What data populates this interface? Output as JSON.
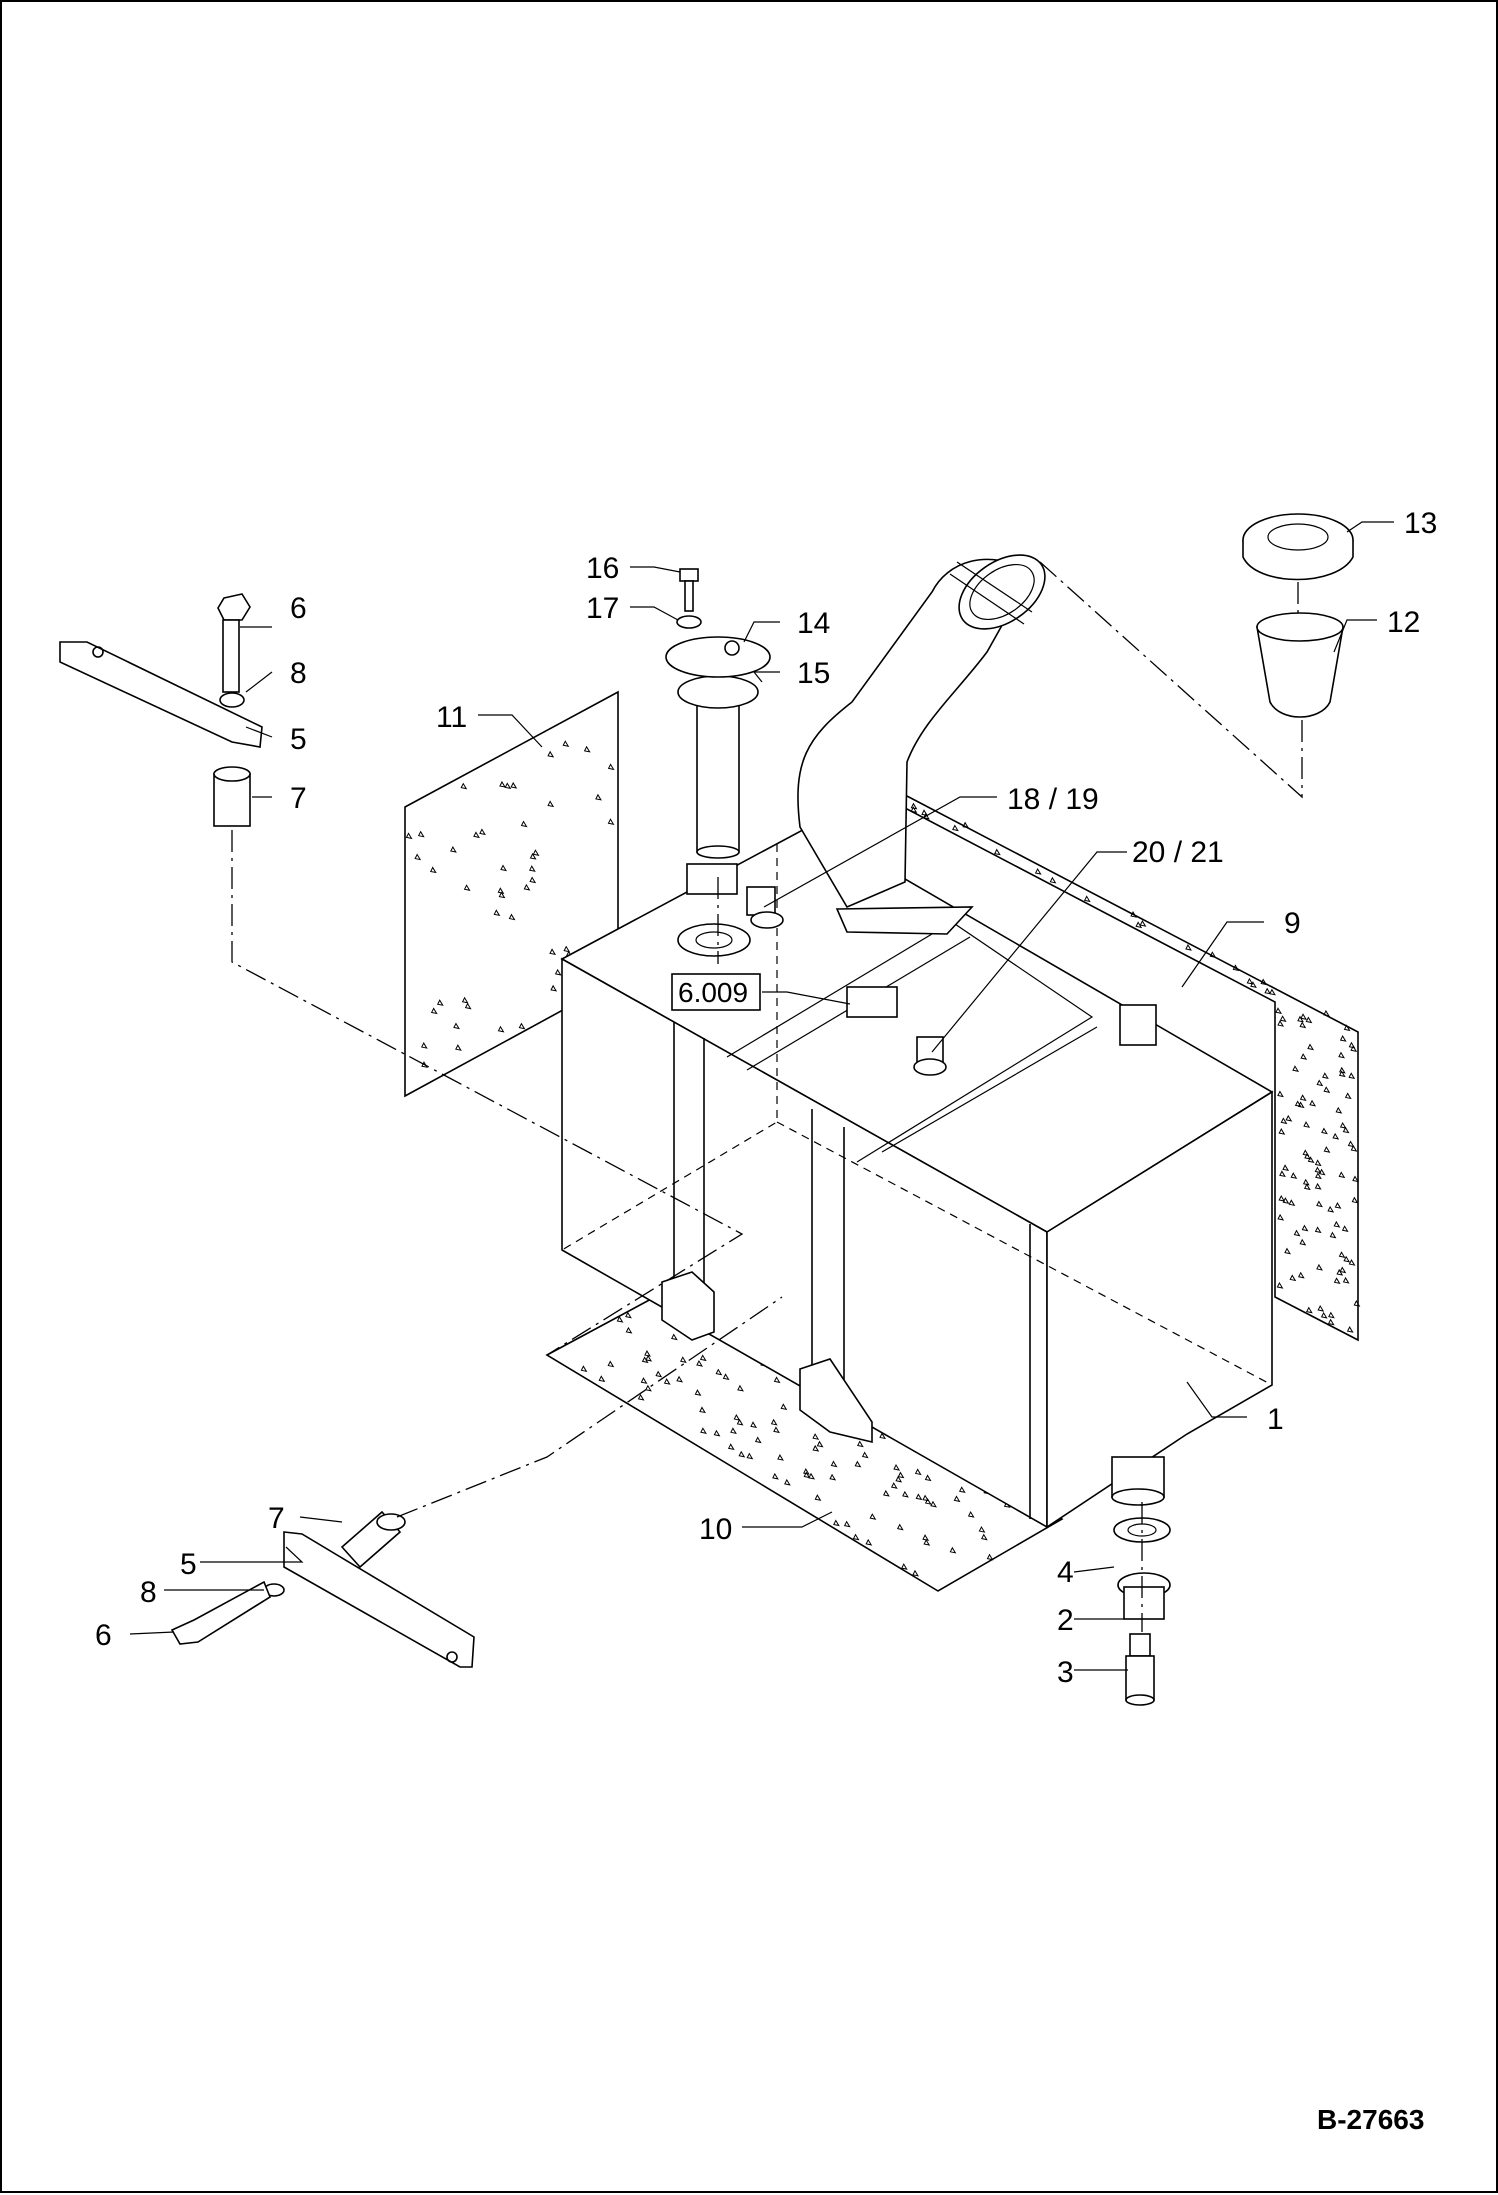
{
  "drawing": {
    "id": "B-27663",
    "callouts": {
      "c1": "1",
      "c2": "2",
      "c3": "3",
      "c4": "4",
      "c5a": "5",
      "c5b": "5",
      "c6a": "6",
      "c6b": "6",
      "c7a": "7",
      "c7b": "7",
      "c8a": "8",
      "c8b": "8",
      "c9": "9",
      "c10": "10",
      "c11": "11",
      "c12": "12",
      "c13": "13",
      "c14": "14",
      "c15": "15",
      "c16": "16",
      "c17": "17",
      "c18_19": "18  /  19",
      "c20_21": "20  /  21"
    },
    "ref_box": "6.009"
  }
}
